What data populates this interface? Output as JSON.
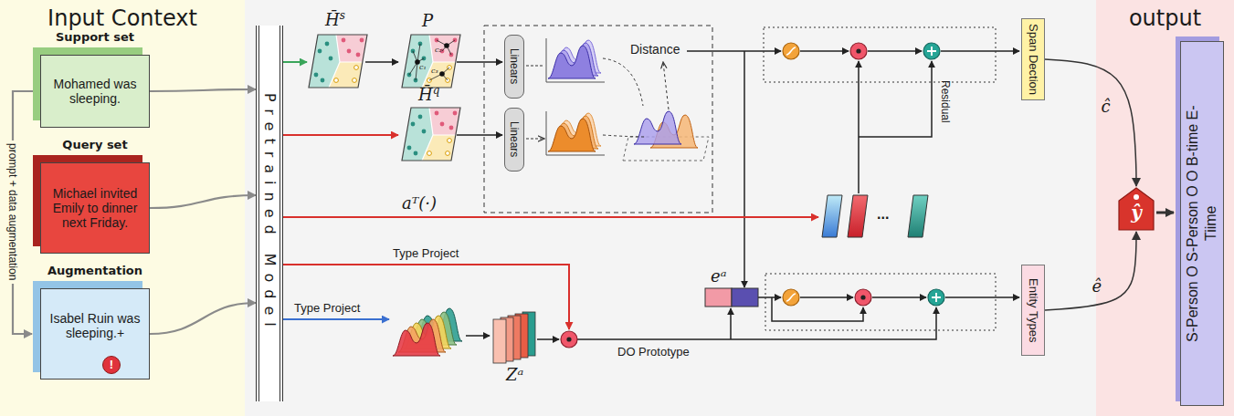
{
  "diagram": {
    "nodes": [
      {
        "text": [
          "Input Context"
        ]
      },
      {
        "text": [
          "Support set",
          "Mohamed was sleeping."
        ],
        "in": 0
      },
      {
        "text": [
          "Query set",
          "Michael invited Emily to dinner next Friday."
        ],
        "in": 0
      },
      {
        "text": [
          "Augmentation",
          "Isabel Ruin was sleeping.+"
        ],
        "in": 0
      },
      {
        "text": [
          "Pretrained Model"
        ]
      },
      {
        "text": [
          "Linears"
        ]
      },
      {
        "text": [
          "Linears"
        ]
      },
      {
        "text": [
          "Span Dection"
        ]
      },
      {
        "text": [
          "Entity Types"
        ]
      },
      {
        "text": [
          "output"
        ]
      },
      {
        "text": [
          "ŷ"
        ],
        "in": 9
      },
      {
        "text": [
          "S-Person O S-Person O O B-time E-Tiime"
        ],
        "in": 9
      }
    ],
    "edges": [
      {
        "from": 1,
        "to": 4,
        "arrow": "to"
      },
      {
        "from": 2,
        "to": 4,
        "arrow": "to"
      },
      {
        "from": 3,
        "to": 4,
        "arrow": "to"
      },
      {
        "from": 1,
        "to": 3,
        "arrow": "to",
        "label": "prompt + data augmentation"
      },
      {
        "from": 7,
        "to": 10,
        "arrow": "to",
        "label": "ĉ"
      },
      {
        "from": 8,
        "to": 10,
        "arrow": "to",
        "label": "ê"
      },
      {
        "from": 10,
        "to": 11,
        "arrow": "to"
      }
    ],
    "labels": [
      "H̄s",
      "P",
      "c₁",
      "c₂",
      "c₃",
      "H̄q",
      "Distance",
      "Residual",
      "aᵀ(·)",
      "...",
      "Type Project",
      "Type Project",
      "eᵃ",
      "Zᵃ",
      "DO Prototype",
      "!"
    ]
  }
}
